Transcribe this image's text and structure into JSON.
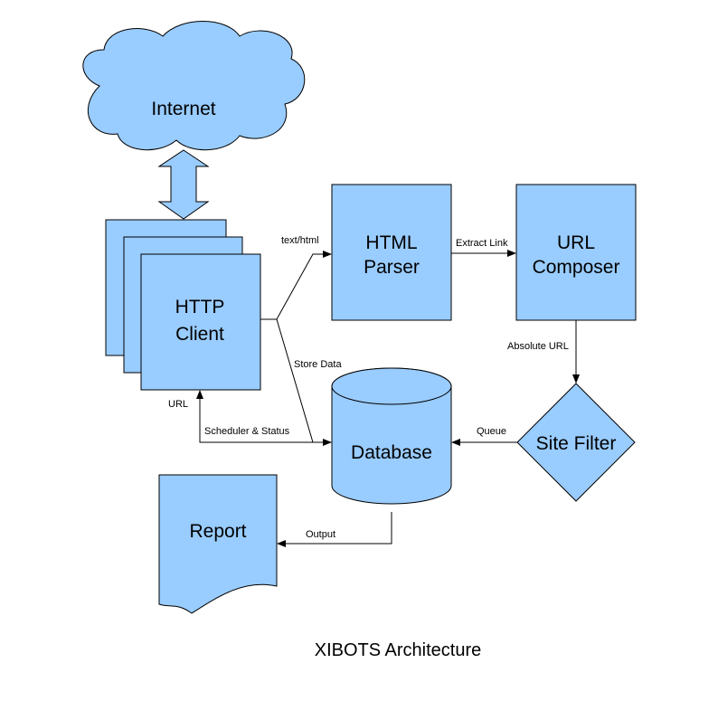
{
  "colors": {
    "fill": "#99ccff",
    "stroke": "#000000",
    "background": "#ffffff"
  },
  "nodes": {
    "internet": "Internet",
    "http_client": [
      "HTTP",
      "Client"
    ],
    "html_parser": [
      "HTML",
      "Parser"
    ],
    "url_composer": [
      "URL",
      "Composer"
    ],
    "site_filter": "Site Filter",
    "database": "Database",
    "report": "Report"
  },
  "edges": {
    "text_html": "text/html",
    "extract_link": "Extract Link",
    "absolute_url": "Absolute URL",
    "queue": "Queue",
    "store_data": "Store Data",
    "url": "URL",
    "scheduler_status": "Scheduler & Status",
    "output": "Output"
  },
  "caption": "XIBOTS Architecture"
}
